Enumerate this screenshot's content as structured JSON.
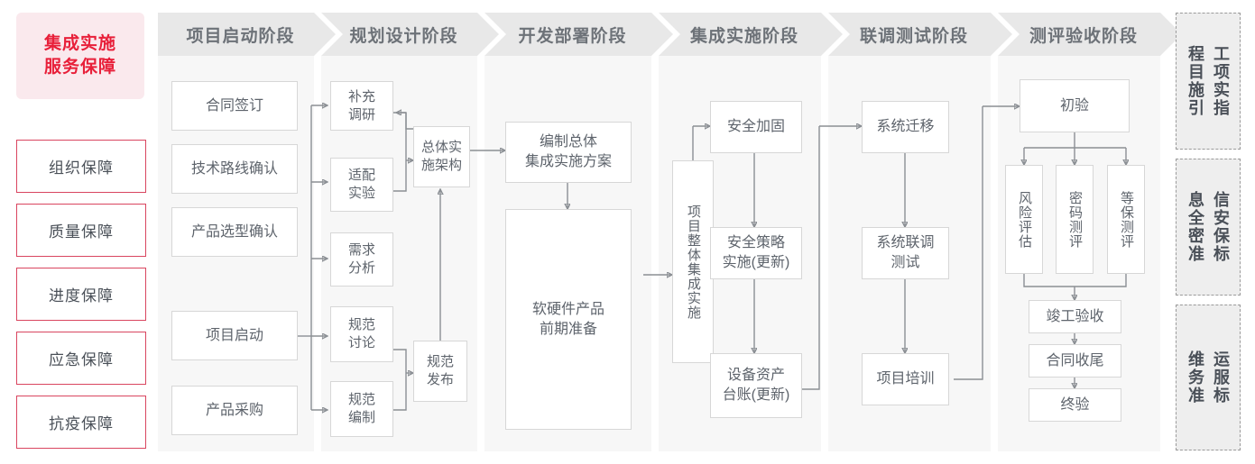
{
  "sidebar": {
    "title": "集成实施\n服务保障",
    "title_line1": "集成实施",
    "title_line2": "服务保障",
    "items": [
      {
        "label": "组织保障"
      },
      {
        "label": "质量保障"
      },
      {
        "label": "进度保障"
      },
      {
        "label": "应急保障"
      },
      {
        "label": "抗疫保障"
      }
    ]
  },
  "stages": [
    {
      "id": "stage-project-kickoff",
      "header": "项目启动阶段",
      "nodes": [
        {
          "label": "合同签订"
        },
        {
          "label": "技术路线确认"
        },
        {
          "label": "产品选型确认"
        },
        {
          "label": "项目启动"
        },
        {
          "label": "产品采购"
        }
      ]
    },
    {
      "id": "stage-planning-design",
      "header": "规划设计阶段",
      "nodes": [
        {
          "label": "补充\n调研",
          "l1": "补充",
          "l2": "调研"
        },
        {
          "label": "适配\n实验",
          "l1": "适配",
          "l2": "实验"
        },
        {
          "label": "需求\n分析",
          "l1": "需求",
          "l2": "分析"
        },
        {
          "label": "规范\n讨论",
          "l1": "规范",
          "l2": "讨论"
        },
        {
          "label": "规范\n编制",
          "l1": "规范",
          "l2": "编制"
        },
        {
          "label": "总体实\n施架构",
          "l1": "总体实",
          "l2": "施架构"
        },
        {
          "label": "规范\n发布",
          "l1": "规范",
          "l2": "发布"
        }
      ]
    },
    {
      "id": "stage-dev-deploy",
      "header": "开发部署阶段",
      "nodes": [
        {
          "label": "编制总体\n集成实施方案",
          "l1": "编制总体",
          "l2": "集成实施方案"
        },
        {
          "label": "软硬件产品\n前期准备",
          "l1": "软硬件产品",
          "l2": "前期准备"
        }
      ]
    },
    {
      "id": "stage-integration",
      "header": "集成实施阶段",
      "nodes": [
        {
          "label": "项目整体集成实施"
        },
        {
          "label": "安全加固"
        },
        {
          "label": "安全策略\n实施(更新)",
          "l1": "安全策略",
          "l2": "实施(更新)"
        },
        {
          "label": "设备资产\n台账(更新)",
          "l1": "设备资产",
          "l2": "台账(更新)"
        }
      ]
    },
    {
      "id": "stage-joint-test",
      "header": "联调测试阶段",
      "nodes": [
        {
          "label": "系统迁移"
        },
        {
          "label": "系统联调\n测试",
          "l1": "系统联调",
          "l2": "测试"
        },
        {
          "label": "项目培训"
        }
      ]
    },
    {
      "id": "stage-acceptance",
      "header": "测评验收阶段",
      "nodes": [
        {
          "label": "初验"
        },
        {
          "label": "风险评估"
        },
        {
          "label": "密码测评"
        },
        {
          "label": "等保测评"
        },
        {
          "label": "竣工验收"
        },
        {
          "label": "合同收尾"
        },
        {
          "label": "终验"
        }
      ]
    }
  ],
  "standards": [
    {
      "id": "std-engineering",
      "label": "工程项目实施指引",
      "col1": "工项实指",
      "col2": "程目施引"
    },
    {
      "id": "std-infosec",
      "label": "信息安全保密标准",
      "col1": "信安保标",
      "col2": "息全密准"
    },
    {
      "id": "std-ops",
      "label": "运维服务标准",
      "col1": "运服标",
      "col2": "维务准"
    }
  ],
  "colors": {
    "accent_red": "#e8203a",
    "accent_red_border": "#d9455f",
    "header_pink_bg": "#fae9ed",
    "stage_header_bg": "#e8e8e8",
    "stage_body_bg": "#f7f7f7",
    "node_border": "#d7d7d7",
    "text_gray": "#5e646c",
    "wire_gray": "#8b8f94"
  }
}
